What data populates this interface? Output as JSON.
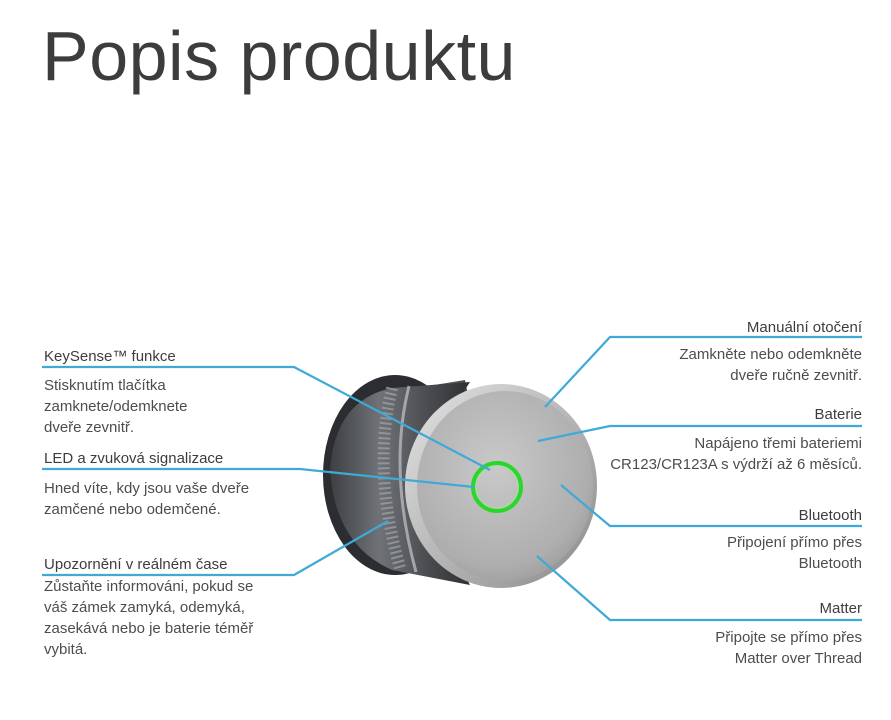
{
  "page": {
    "title": "Popis produktu"
  },
  "features": {
    "keysense": {
      "title": "KeySense™ funkce",
      "lines": [
        "Stisknutím tlačítka",
        "zamknete/odemknete",
        "dveře zevnitř."
      ]
    },
    "led": {
      "title": "LED a zvuková signalizace",
      "lines": [
        "Hned víte, kdy jsou vaše dveře",
        "zamčené nebo odemčené."
      ]
    },
    "alerts": {
      "title": "Upozornění v reálném čase",
      "lines": [
        "Zůstaňte informováni, pokud se",
        "váš zámek zamyká, odemyká,",
        "zasekává nebo je baterie téměř",
        "vybitá."
      ]
    },
    "manual": {
      "title": "Manuální otočení",
      "lines": [
        "Zamkněte nebo odemkněte",
        "dveře ručně zevnitř."
      ]
    },
    "battery": {
      "title": "Baterie",
      "lines": [
        "Napájeno třemi bateriemi",
        "CR123/CR123A s výdrží až 6 měsíců."
      ]
    },
    "bluetooth": {
      "title": "Bluetooth",
      "lines": [
        "Připojení přímo přes",
        "Bluetooth"
      ]
    },
    "matter": {
      "title": "Matter",
      "lines": [
        "Připojte se přímo přes",
        "Matter over Thread"
      ]
    }
  },
  "colors": {
    "callout_line": "#3fa9d8",
    "led_ring": "#2bd62b",
    "title_text": "#3c3c3c"
  }
}
